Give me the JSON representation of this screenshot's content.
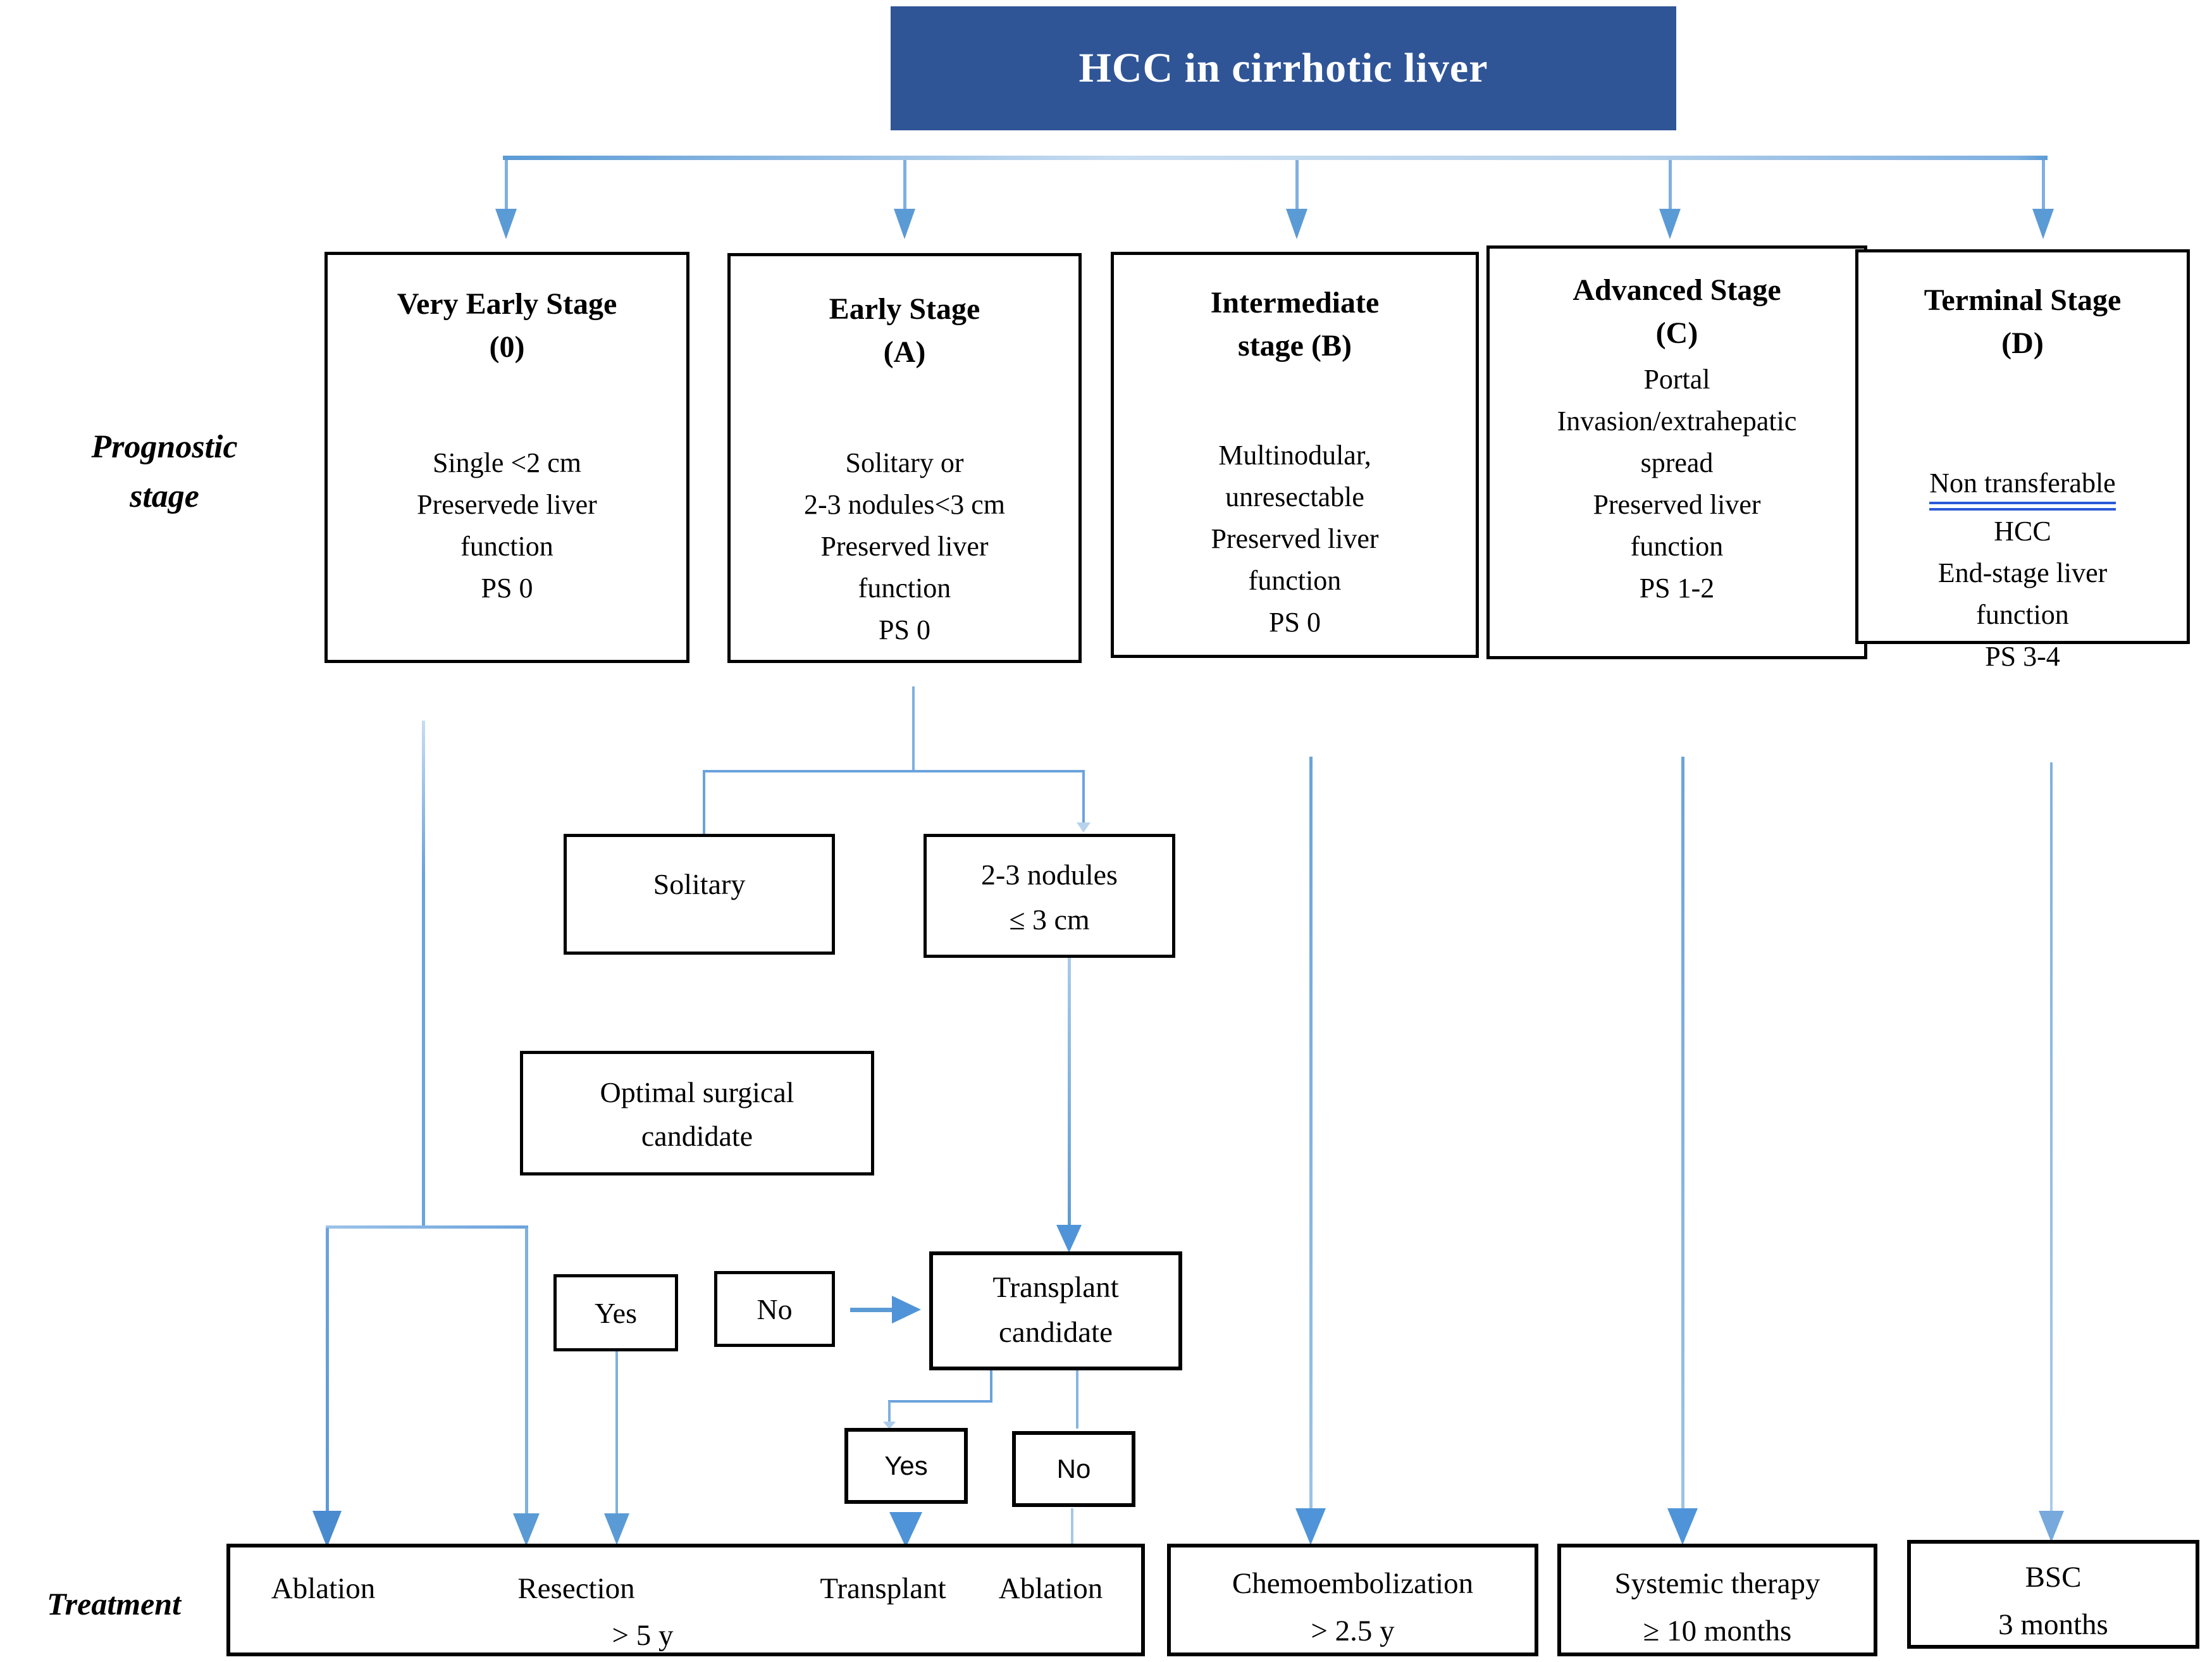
{
  "title": {
    "text": "HCC in cirrhotic liver"
  },
  "side_labels": {
    "prognostic": "Prognostic\nstage",
    "treatment": "Treatment"
  },
  "stages": [
    {
      "header": "Very Early Stage\n(0)",
      "body": "Single <2 cm\nPreservede liver\nfunction\nPS 0"
    },
    {
      "header": "Early Stage\n(A)",
      "body": "Solitary or\n2-3 nodules<3 cm\nPreserved liver\nfunction\nPS 0"
    },
    {
      "header": "Intermediate\nstage (B)",
      "body": "Multinodular,\nunresectable\nPreserved liver\nfunction\nPS 0"
    },
    {
      "header": "Advanced Stage\n(C)",
      "body": "Portal\nInvasion/extrahepatic\nspread\nPreserved liver\nfunction\nPS 1-2"
    },
    {
      "header": "Terminal Stage\n(D)",
      "underlined": "Non transferable",
      "body": "HCC\nEnd-stage liver\nfunction\nPS 3-4"
    }
  ],
  "decision": {
    "solitary": "Solitary",
    "nodules": "2-3 nodules\n≤ 3 cm",
    "optimal_surgical": "Optimal surgical\ncandidate",
    "yes_upper": "Yes",
    "no_upper": "No",
    "transplant_candidate": "Transplant\ncandidate",
    "yes_lower": "Yes",
    "no_lower": "No"
  },
  "treatments": {
    "curative": {
      "option1": "Ablation",
      "option2": "Resection",
      "option3": "Transplant",
      "option4": "Ablation",
      "survival": "> 5 y"
    },
    "chemoembolization": {
      "name": "Chemoembolization",
      "survival": "> 2.5 y"
    },
    "systemic": {
      "name": "Systemic therapy",
      "survival": "≥ 10 months"
    },
    "bsc": {
      "name": "BSC",
      "survival": "3 months"
    }
  },
  "colors": {
    "title_bg": "#2f5597",
    "connector": "#5b9bd5",
    "connector_light": "#9dc3e6",
    "underline_blue": "#2b59d8",
    "box_border": "#000000"
  }
}
